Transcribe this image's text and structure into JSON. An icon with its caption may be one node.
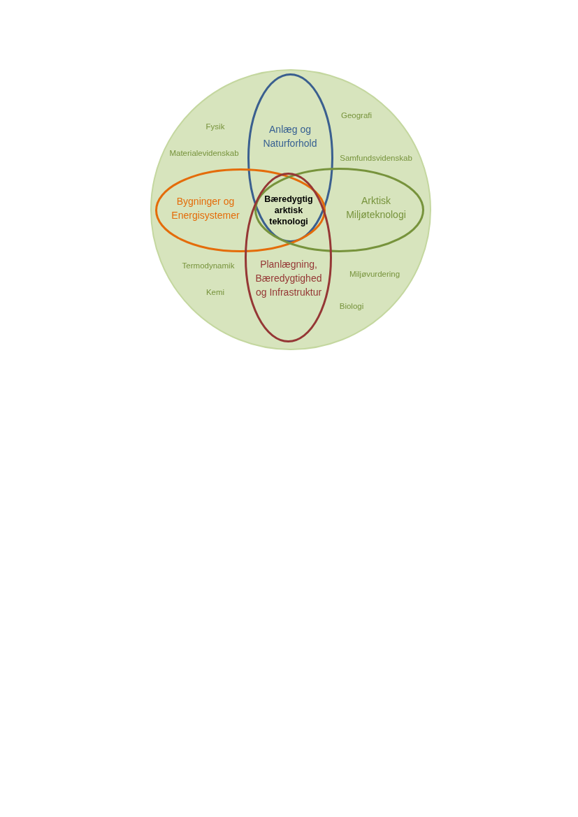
{
  "diagram": {
    "nodes": [
      {
        "text": [
          "Fysik",
          "Geografi",
          "Materialevidenskab",
          "Samfundsvidenskab",
          "Termodynamik",
          "Miljøvurdering",
          "Kemi",
          "Biologi"
        ]
      },
      {
        "text": [
          "Anlæg og Naturforhold"
        ],
        "in": 0
      },
      {
        "text": [
          "Bygninger og Energisystemer"
        ],
        "in": 0
      },
      {
        "text": [
          "Arktisk Miljøteknologi"
        ],
        "in": 0
      },
      {
        "text": [
          "Planlægning, Bæredygtighed og Infrastruktur"
        ],
        "in": 0
      }
    ],
    "labels": [
      "Bæredygtig arktisk teknologi"
    ]
  }
}
